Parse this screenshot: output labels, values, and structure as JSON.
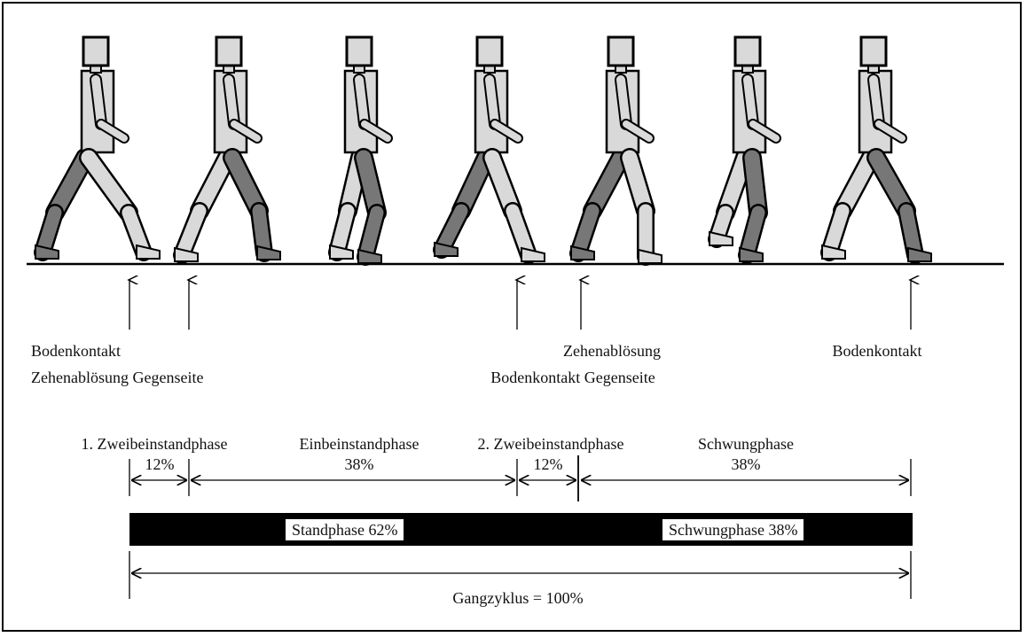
{
  "events": {
    "bodenkontakt_1": "Bodenkontakt",
    "zehenabloesung_gegenseite": "Zehenablösung Gegenseite",
    "bodenkontakt_gegenseite": "Bodenkontakt Gegenseite",
    "zehenabloesung": "Zehenablösung",
    "bodenkontakt_2": "Bodenkontakt"
  },
  "phases": [
    {
      "name": "1. Zweibeinstandphase",
      "percent": "12%"
    },
    {
      "name": "Einbeinstandphase",
      "percent": "38%"
    },
    {
      "name": "2. Zweibeinstandphase",
      "percent": "12%"
    },
    {
      "name": "Schwungphase",
      "percent": "38%"
    }
  ],
  "bar": {
    "stand_label": "Standphase 62%",
    "swing_label": "Schwungphase 38%"
  },
  "cycle_label": "Gangzyklus = 100%",
  "colors": {
    "ink": "#000000",
    "light_limb": "#d9d9d9",
    "dark_limb": "#777777"
  }
}
